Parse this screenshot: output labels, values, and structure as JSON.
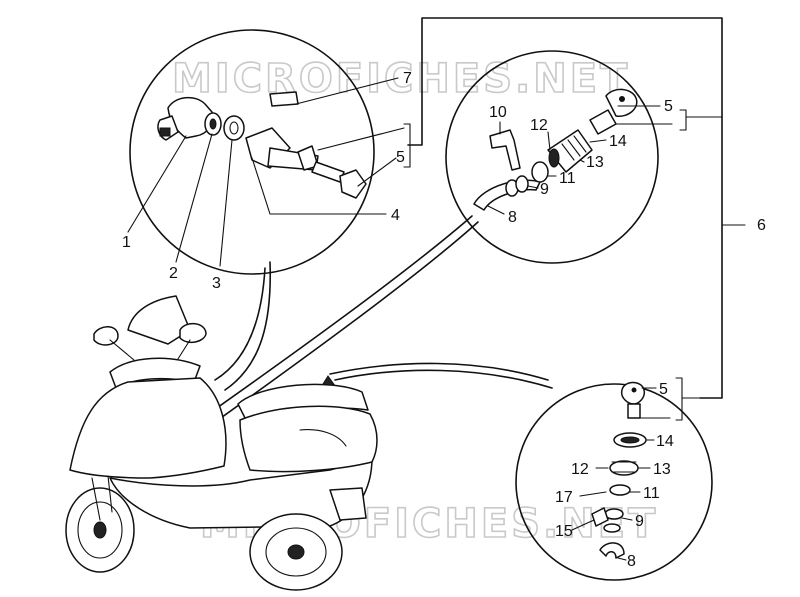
{
  "watermark": {
    "text_top": "MICROFICHES.NET",
    "text_bottom": "MICROFICHES.NET"
  },
  "callouts": {
    "c1": "1",
    "c2": "2",
    "c3": "3",
    "c4": "4",
    "c5a": "5",
    "c5b": "5",
    "c5c": "5",
    "c6": "6",
    "c7": "7",
    "c8a": "8",
    "c8b": "8",
    "c9a": "9",
    "c9b": "9",
    "c10": "10",
    "c11a": "11",
    "c11b": "11",
    "c12a": "12",
    "c12b": "12",
    "c13a": "13",
    "c13b": "13",
    "c14a": "14",
    "c14b": "14",
    "c15": "15",
    "c17": "17"
  }
}
